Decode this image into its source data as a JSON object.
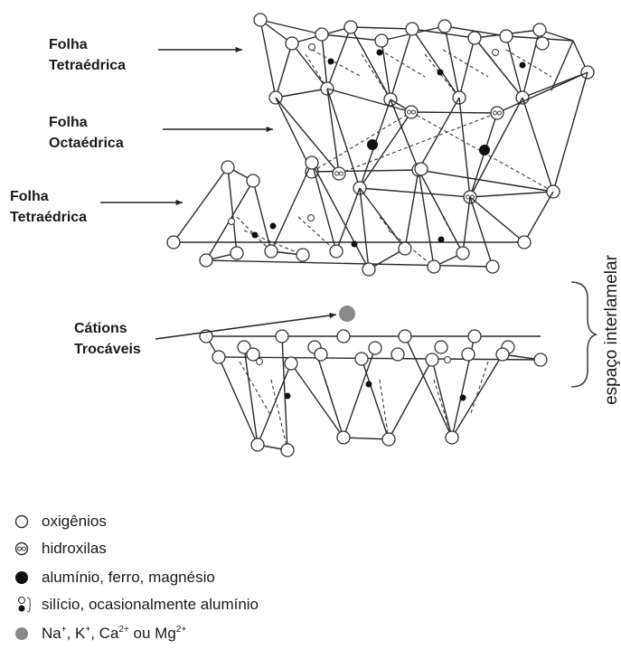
{
  "labels": {
    "tetra_top": [
      "Folha",
      "Tetraédrica"
    ],
    "octa": [
      "Folha",
      "Octaédrica"
    ],
    "tetra_bottom": [
      "Folha",
      "Tetraédrica"
    ],
    "cations": [
      "Cátions",
      "Trocáveis"
    ],
    "interlayer": "espaço interlamelar"
  },
  "legend": [
    {
      "symbol": "open-circle",
      "text": "oxigênios"
    },
    {
      "symbol": "hydroxyl-circle",
      "text": "hidroxilas"
    },
    {
      "symbol": "filled-circle",
      "text": "alumínio, ferro, magnésio"
    },
    {
      "symbol": "silicon-pair",
      "text": "silício, ocasionalmente alumínio"
    },
    {
      "symbol": "gray-circle",
      "text": "Na+, K+, Ca2+ ou Mg2+",
      "parts": [
        [
          "Na",
          ""
        ],
        [
          "+",
          "sup"
        ],
        [
          ", K",
          ""
        ],
        [
          "+",
          "sup"
        ],
        [
          ", Ca",
          ""
        ],
        [
          "2+",
          "sup"
        ],
        [
          " ou Mg",
          ""
        ],
        [
          "2+",
          "sup"
        ]
      ]
    }
  ],
  "colors": {
    "line": "#2a2a2a",
    "dashed": "#3a3a3a",
    "cation": "#8a8a8a",
    "fill": "#111111"
  }
}
